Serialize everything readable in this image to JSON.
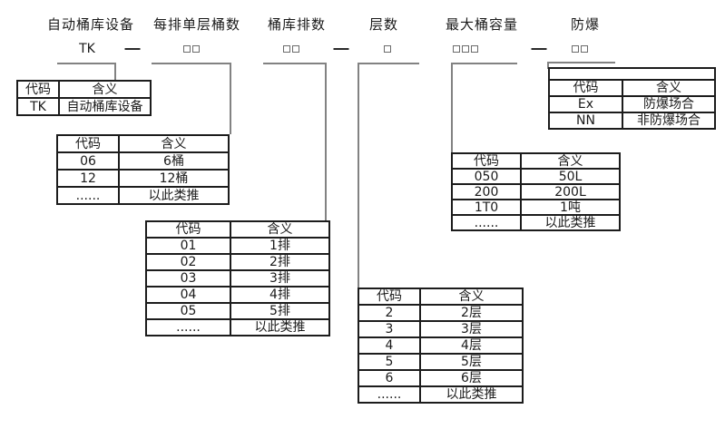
{
  "colors": {
    "background": "#ffffff",
    "table_border": "#1c1c1c",
    "connector_line": "#828282",
    "text": "#1a1a1a"
  },
  "headers": [
    "自动桶库设备",
    "每排单层桶数",
    "桶库排数",
    "层数",
    "最大桶容量",
    "防爆"
  ],
  "code_row": {
    "prefix": "TK"
  },
  "tables": {
    "device": {
      "rows": [
        [
          "代码",
          "含义"
        ],
        [
          "TK",
          "自动桶库设备"
        ]
      ]
    },
    "drums_per_row": {
      "rows": [
        [
          "代码",
          "含义"
        ],
        [
          "06",
          "6桶"
        ],
        [
          "12",
          "12桶"
        ],
        [
          "......",
          "以此类推"
        ]
      ]
    },
    "row_count": {
      "rows": [
        [
          "代码",
          "含义"
        ],
        [
          "01",
          "1排"
        ],
        [
          "02",
          "2排"
        ],
        [
          "03",
          "3排"
        ],
        [
          "04",
          "4排"
        ],
        [
          "05",
          "5排"
        ],
        [
          "......",
          "以此类推"
        ]
      ]
    },
    "layers": {
      "rows": [
        [
          "代码",
          "含义"
        ],
        [
          "2",
          "2层"
        ],
        [
          "3",
          "3层"
        ],
        [
          "4",
          "4层"
        ],
        [
          "5",
          "5层"
        ],
        [
          "6",
          "6层"
        ],
        [
          "......",
          "以此类推"
        ]
      ]
    },
    "capacity": {
      "rows": [
        [
          "代码",
          "含义"
        ],
        [
          "050",
          "50L"
        ],
        [
          "200",
          "200L"
        ],
        [
          "1T0",
          "1吨"
        ],
        [
          "......",
          "以此类推"
        ]
      ]
    },
    "explosion_proof": {
      "rows": [
        [
          "代码",
          "含义"
        ],
        [
          "Ex",
          "防爆场合"
        ],
        [
          "NN",
          "非防爆场合"
        ]
      ]
    }
  }
}
